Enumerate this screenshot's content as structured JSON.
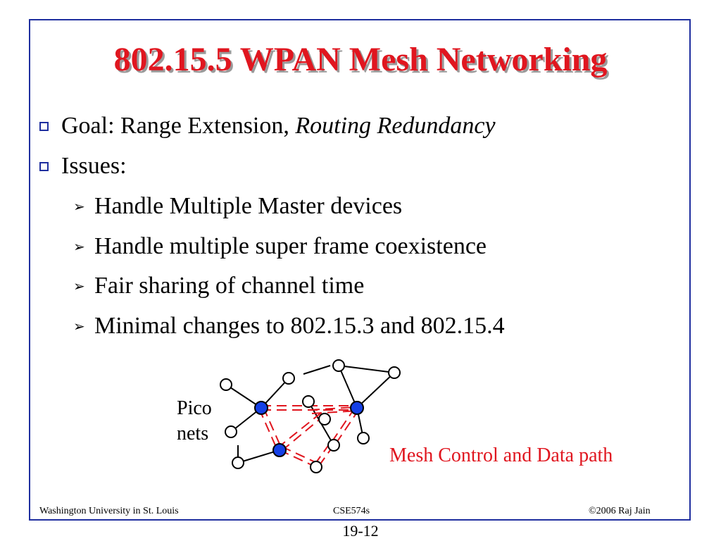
{
  "slide": {
    "title": "802.15.5 WPAN Mesh Networking",
    "bullets": [
      {
        "text": "Goal: Range Extension, ",
        "italic": "Routing Redundancy"
      },
      {
        "text": "Issues:",
        "italic": ""
      }
    ],
    "sub_bullets": [
      "Handle Multiple Master devices",
      "Handle multiple super frame coexistence",
      "Fair sharing of channel time",
      "Minimal changes to 802.15.3 and 802.15.4"
    ],
    "diagram": {
      "left_label_line1": "Pico",
      "left_label_line2": "nets",
      "right_label": "Mesh Control and Data path"
    }
  },
  "footer": {
    "left": "Washington University in St. Louis",
    "center": "CSE574s",
    "right": "©2006 Raj Jain",
    "page": "19-12"
  },
  "colors": {
    "title": "#e0161f",
    "border": "#1f2f9f",
    "mesh_path": "#e0161f",
    "master_node": "#1540e6"
  },
  "icons": {
    "bullet": "square-bullet-icon",
    "sub_bullet": "arrowhead-bullet-icon"
  }
}
